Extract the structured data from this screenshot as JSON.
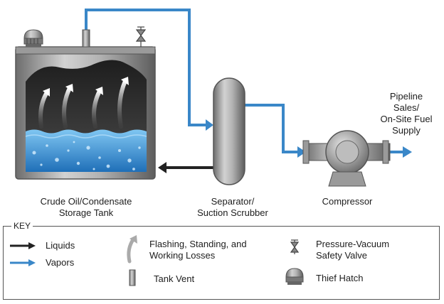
{
  "labels": {
    "tank": [
      "Crude Oil/Condensate",
      "Storage Tank"
    ],
    "separator": [
      "Separator/",
      "Suction Scrubber"
    ],
    "compressor": "Compressor",
    "pipeline": [
      "Pipeline",
      "Sales/",
      "On-Site Fuel",
      "Supply"
    ]
  },
  "key": {
    "title": "KEY",
    "liquids": "Liquids",
    "vapors": "Vapors",
    "losses": [
      "Flashing, Standing, and",
      "Working Losses"
    ],
    "tank_vent": "Tank Vent",
    "valve": [
      "Pressure-Vacuum",
      "Safety Valve"
    ],
    "thief_hatch": "Thief Hatch"
  },
  "colors": {
    "vapor_line": "#3a87c8",
    "liquid_line": "#222222",
    "liquid": "#4aa3e6",
    "tank_gray": "#8a8a8a",
    "vapor_space": "#3a3a3a"
  }
}
